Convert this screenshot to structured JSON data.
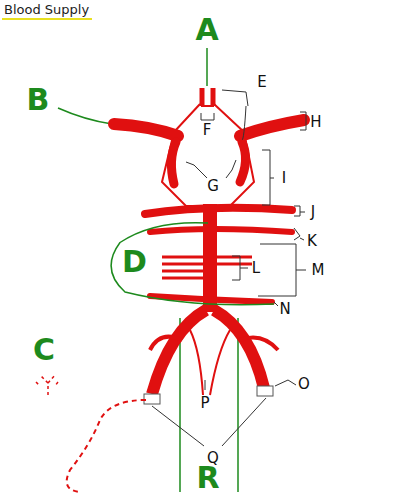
{
  "diagram": {
    "title": "Blood Supply",
    "nodes": [
      {
        "text": [
          "D"
        ]
      }
    ],
    "labels": [
      "A",
      "B",
      "C",
      "E",
      "F",
      "G",
      "H",
      "I",
      "J",
      "K",
      "L",
      "M",
      "N",
      "O",
      "P",
      "Q",
      "R"
    ]
  }
}
